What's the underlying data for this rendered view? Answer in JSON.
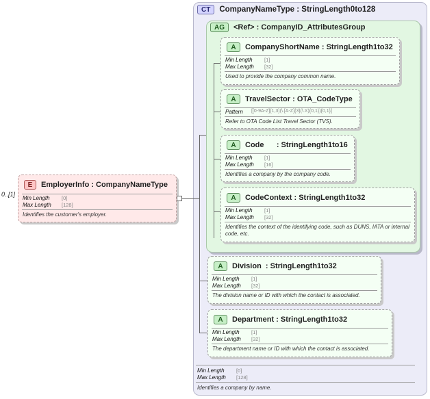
{
  "complex_type": {
    "badge": "CT",
    "title": "CompanyNameType : StringLength0to128",
    "props": [
      {
        "label": "Min Length",
        "value": "[0]"
      },
      {
        "label": "Max Length",
        "value": "[128]"
      }
    ],
    "doc": "Identifies a company by name."
  },
  "attribute_group": {
    "badge": "AG",
    "title": "<Ref>      : CompanyID_AttributesGroup"
  },
  "element": {
    "occurrence": "0..[1]",
    "badge": "E",
    "title": "EmployerInfo : CompanyNameType",
    "props": [
      {
        "label": "Min Length",
        "value": "[0]"
      },
      {
        "label": "Max Length",
        "value": "[128]"
      }
    ],
    "doc": "Identifies the customer's employer."
  },
  "attributes": [
    {
      "badge": "A",
      "title": "CompanyShortName : StringLength1to32",
      "props": [
        {
          "label": "Min Length",
          "value": "[1]"
        },
        {
          "label": "Max Length",
          "value": "[32]"
        }
      ],
      "doc": "Used to provide the company common name."
    },
    {
      "badge": "A",
      "title": "TravelSector : OTA_CodeType",
      "props": [
        {
          "label": "Pattern",
          "value": "[[0-9A-Z]{1,3}(\\.[A-Z]{3}(\\.X){0,1}){0,1}]"
        }
      ],
      "doc": "Refer to OTA Code List Travel Sector (TVS)."
    },
    {
      "badge": "A",
      "title": "Code      : StringLength1to16",
      "props": [
        {
          "label": "Min Length",
          "value": "[1]"
        },
        {
          "label": "Max Length",
          "value": "[16]"
        }
      ],
      "doc": "Identifies a company by the company code."
    },
    {
      "badge": "A",
      "title": "CodeContext : StringLength1to32",
      "props": [
        {
          "label": "Min Length",
          "value": "[1]"
        },
        {
          "label": "Max Length",
          "value": "[32]"
        }
      ],
      "doc": "Identifies the context of the identifying code, such as DUNS, IATA or internal code, etc."
    },
    {
      "badge": "A",
      "title": "Division  : StringLength1to32",
      "props": [
        {
          "label": "Min Length",
          "value": "[1]"
        },
        {
          "label": "Max Length",
          "value": "[32]"
        }
      ],
      "doc": "The division name or ID with which the contact is associated."
    },
    {
      "badge": "A",
      "title": "Department : StringLength1to32",
      "props": [
        {
          "label": "Min Length",
          "value": "[1]"
        },
        {
          "label": "Max Length",
          "value": "[32]"
        }
      ],
      "doc": "The department name or ID with which the contact is associated."
    }
  ]
}
